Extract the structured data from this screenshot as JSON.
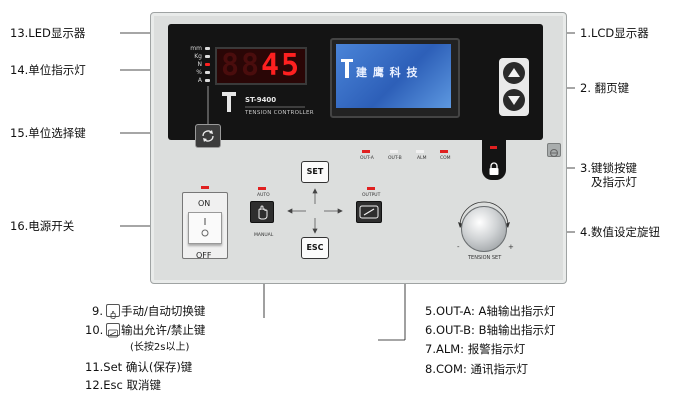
{
  "device": {
    "led_digits": [
      "",
      "",
      "4",
      "5"
    ],
    "units": [
      "mm",
      "Kg",
      "N",
      "%",
      "A"
    ],
    "lcd_brand": "建 鹰 科 技",
    "model_name": "ST-9400",
    "model_subtitle": "TENSION CONTROLLER",
    "status_leds": [
      "OUT-A",
      "OUT-B",
      "ALM",
      "COM"
    ],
    "power_on_label": "ON",
    "power_off_label": "OFF",
    "auto_label": "AUTO",
    "manual_label": "MANUAL",
    "output_label": "OUTPUT",
    "set_label": "SET",
    "esc_label": "ESC",
    "knob_label": "TENSION SET",
    "knob_minus": "-",
    "knob_plus": "+"
  },
  "callouts": {
    "led_display": "13.LED显示器",
    "unit_indicator": "14.单位指示灯",
    "unit_select_key": "15.单位选择键",
    "power_switch": "16.电源开关",
    "lcd_display": "1.LCD显示器",
    "page_key": "2. 翻页键",
    "key_lock_line1": "3.键锁按键",
    "key_lock_line2": "及指示灯",
    "value_knob": "4.数值设定旋钮"
  },
  "legend": {
    "item9": "手动/自动切换键",
    "item9_num": "9.",
    "item10_num": "10.",
    "item10": "输出允许/禁止键",
    "item10_note": "(长按2s以上)",
    "item11": "11.Set  确认(保存)键",
    "item12": "12.Esc  取消键",
    "item5": "5.OUT-A: A轴输出指示灯",
    "item6": "6.OUT-B: B轴输出指示灯",
    "item7": "7.ALM:  报警指示灯",
    "item8": "8.COM:  通讯指示灯"
  },
  "colors": {
    "led_red": "#ff2020",
    "led_dim": "#4a0d0d",
    "panel_dark": "#141414",
    "body_gray": "#dcdedd",
    "lcd_blue": "#2d5fb8"
  }
}
